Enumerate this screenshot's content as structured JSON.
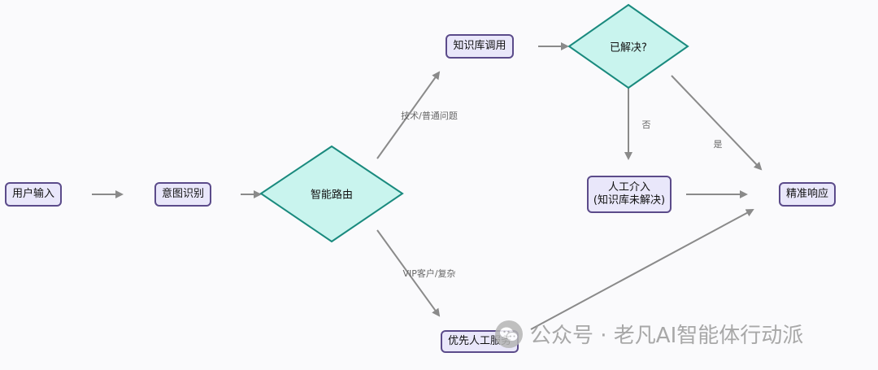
{
  "nodes": {
    "user_input": "用户输入",
    "intent": "意图识别",
    "router": "智能路由",
    "kb": "知识库调用",
    "resolved": "已解决?",
    "human_line1": "人工介入",
    "human_line2": "(知识库未解决)",
    "response": "精准响应",
    "priority": "优先人工服务"
  },
  "edge_labels": {
    "tech": "技术/普通问题",
    "vip": "VIP客户/复杂",
    "no": "否",
    "yes": "是"
  },
  "watermark": "公众号 · 老凡AI智能体行动派",
  "colors": {
    "box_fill": "#e9e7fa",
    "box_border": "#5b4b8a",
    "diamond_fill": "#c9f4ee",
    "diamond_border": "#1a8a7e",
    "edge": "#8a8a8a"
  }
}
